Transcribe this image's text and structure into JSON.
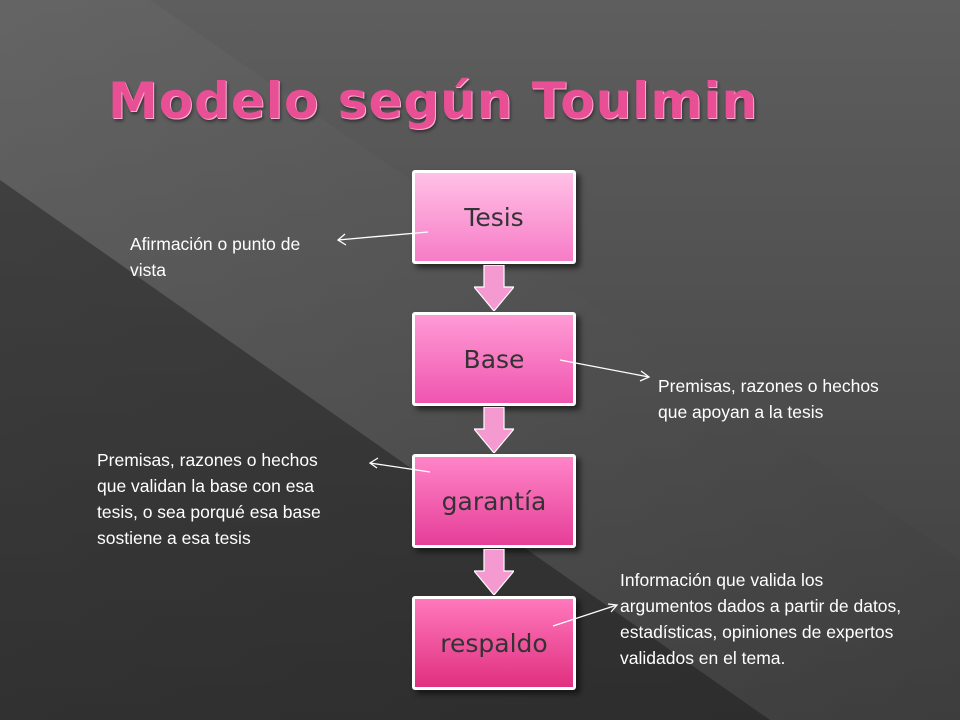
{
  "title": "Modelo según Toulmin",
  "boxes": [
    {
      "label": "Tesis"
    },
    {
      "label": "Base"
    },
    {
      "label": "garantía"
    },
    {
      "label": "respaldo"
    }
  ],
  "notes": [
    {
      "text": "Afirmación o punto de vista"
    },
    {
      "text": "Premisas, razones o hechos que apoyan a la tesis"
    },
    {
      "text": "Premisas, razones o hechos que validan la base con esa tesis, o sea porqué esa base sostiene a esa tesis"
    },
    {
      "text": "Información que valida los argumentos dados a partir de datos, estadísticas, opiniones de expertos validados en el tema."
    }
  ],
  "colors": {
    "title": "#e84f95",
    "box_border": "#ffffff",
    "arrow_fill": "#f49ad0",
    "background_dark": "#3a3a3a",
    "background_light": "#5a5a5a"
  }
}
